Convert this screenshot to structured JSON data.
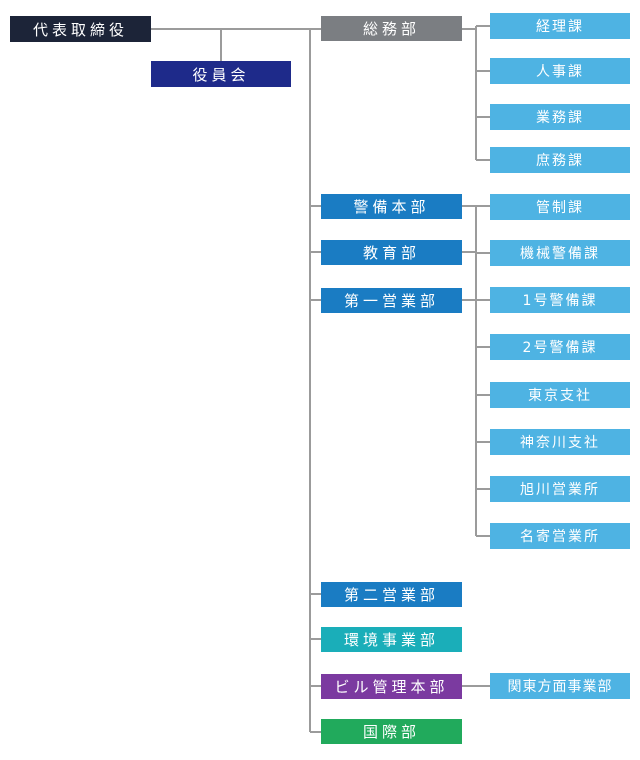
{
  "colors": {
    "line": "#9b9b9b",
    "dark_navy": "#1c2438",
    "navy": "#1e2a8a",
    "gray": "#7b7e82",
    "blue": "#1a7cc3",
    "light_blue": "#4eb3e3",
    "teal": "#1aaeb9",
    "purple": "#7b3aa0",
    "green": "#21aa5c"
  },
  "nodes": {
    "ceo": "代表取締役",
    "board": "役員会",
    "general_affairs": "総務部",
    "security_hq": "警備本部",
    "education": "教育部",
    "sales1": "第一営業部",
    "sales2": "第二営業部",
    "environment": "環境事業部",
    "building_hq": "ビル管理本部",
    "international": "国際部"
  },
  "sections": {
    "accounting": "経理課",
    "hr": "人事課",
    "business": "業務課",
    "admin": "庶務課",
    "control": "管制課",
    "machine_security": "機械警備課",
    "security1": "1号警備課",
    "security2": "2号警備課",
    "tokyo_branch": "東京支社",
    "kanagawa_branch": "神奈川支社",
    "asahikawa_office": "旭川営業所",
    "meiki_office": "名寄営業所",
    "kanto_business": "関東方面事業部"
  }
}
